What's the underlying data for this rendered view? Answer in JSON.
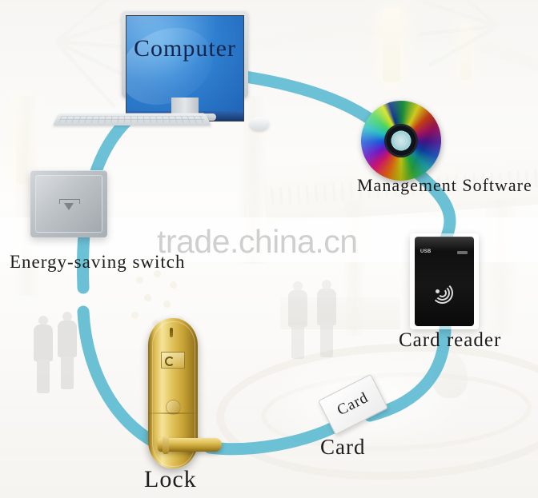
{
  "diagram": {
    "title_on_screen": "Computer",
    "watermark": "trade.china.cn",
    "accent_color": "#5fbcd2",
    "label_color": "#1d1d1d",
    "screen_text_color": "#12264f",
    "nodes": [
      {
        "id": "computer",
        "label": "Computer",
        "icon": "desktop-computer-icon"
      },
      {
        "id": "management",
        "label": "Management Software",
        "icon": "cd-disc-icon"
      },
      {
        "id": "card-reader",
        "label": "Card reader",
        "icon": "rfid-card-reader-icon"
      },
      {
        "id": "card",
        "label": "Card",
        "icon": "key-card-icon"
      },
      {
        "id": "lock",
        "label": "Lock",
        "icon": "door-lock-icon"
      },
      {
        "id": "energy-switch",
        "label": "Energy-saving switch",
        "icon": "energy-saving-switch-icon"
      }
    ],
    "card_face_text": "Card",
    "reader_logo_text": "USB",
    "taskbar_icon_colors": [
      "#c0392b",
      "#922b21",
      "#e8b400",
      "#2471a3",
      "#7f8c8d"
    ]
  }
}
